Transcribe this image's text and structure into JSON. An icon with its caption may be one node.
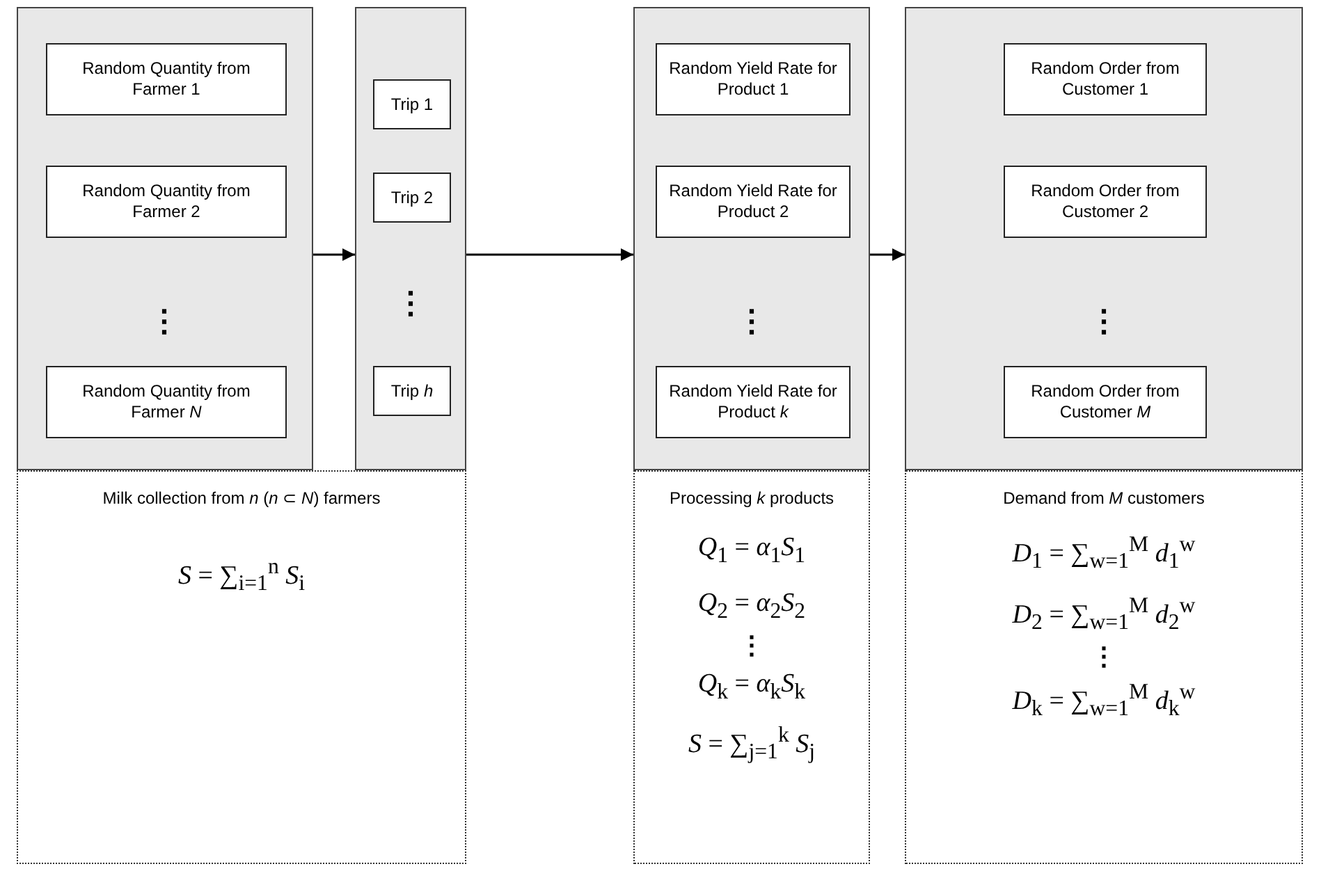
{
  "diagram": {
    "nodes": [
      {
        "text": [],
        "shape": "box"
      },
      {
        "text": [
          "Random Quantity from Farmer 1"
        ],
        "in": 0
      },
      {
        "text": [
          "Random Quantity from Farmer 2"
        ],
        "in": 0
      },
      {
        "text": [
          "Random Quantity from Farmer *N*"
        ],
        "in": 0
      },
      {
        "text": [],
        "shape": "box"
      },
      {
        "text": [
          "Trip 1"
        ],
        "in": 4
      },
      {
        "text": [
          "Trip 2"
        ],
        "in": 4
      },
      {
        "text": [
          "Trip *h*"
        ],
        "in": 4
      },
      {
        "text": [],
        "shape": "box"
      },
      {
        "text": [
          "Random Yield Rate for Product 1"
        ],
        "in": 8
      },
      {
        "text": [
          "Random Yield Rate for Product 2"
        ],
        "in": 8
      },
      {
        "text": [
          "Random Yield Rate for Product *k*"
        ],
        "in": 8
      },
      {
        "text": [],
        "shape": "box"
      },
      {
        "text": [
          "Random Order from Customer 1"
        ],
        "in": 12
      },
      {
        "text": [
          "Random Order from Customer 2"
        ],
        "in": 12
      },
      {
        "text": [
          "Random Order from Customer *M*"
        ],
        "in": 12
      },
      {
        "text": [
          "Milk collection from *n* (*n* ⊂ *N*) farmers",
          "*S* = ∑$_{i=1}$$^{n}$ *S*$_{i}$"
        ]
      },
      {
        "text": [
          "Processing *k* products",
          "*Q*$_{1}$ = *α*$_{1}$*S*$_{1}$",
          "*Q*$_{2}$ = *α*$_{2}$*S*$_{2}$",
          "⋮",
          "*Q*$_{k}$ = *α*$_{k}$*S*$_{k}$",
          "*S* = ∑$_{j=1}$$^{k}$ *S*$_{j}$"
        ]
      },
      {
        "text": [
          "Demand from *M* customers",
          "*D*$_{1}$ = ∑$_{w=1}$$^{M}$ *d*$_{1}$$^{w}$",
          "*D*$_{2}$ = ∑$_{w=1}$$^{M}$ *d*$_{2}$$^{w}$",
          "⋮",
          "*D*$_{k}$ = ∑$_{w=1}$$^{M}$ *d*$_{k}$$^{w}$"
        ]
      }
    ],
    "edges": [
      {
        "from": 0,
        "to": 4,
        "arrow": "to"
      },
      {
        "from": 4,
        "to": 8,
        "arrow": "to"
      },
      {
        "from": 8,
        "to": 12,
        "arrow": "to"
      }
    ],
    "labels": [
      "⋮",
      "⋮",
      "⋮",
      "⋮"
    ]
  }
}
